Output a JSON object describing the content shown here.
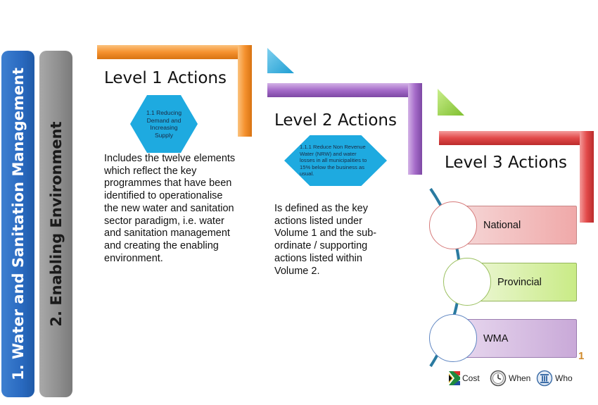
{
  "sidebar": {
    "bar1_label": "1. Water and Sanitation Management",
    "bar2_label": "2. Enabling Environment"
  },
  "level1": {
    "title": "Level 1 Actions",
    "hex_text": "1.1 Reducing Demand and Increasing Supply",
    "description": "Includes the twelve elements which reflect the key programmes that have been identified to operationalise the new water and sanitation sector paradigm, i.e. water and sanitation management and creating the enabling environment.",
    "color": "#f5922f"
  },
  "level2": {
    "title": "Level 2 Actions",
    "hex_text": "1.1.1 Reduce Non Revenue Water (NRW) and water losses in all municipalities to 15% below the business as usual.",
    "description": "Is defined as the key actions listed under Volume 1 and the sub-ordinate / supporting actions listed within Volume 2.",
    "color": "#9b5fc0"
  },
  "level3": {
    "title": "Level 3 Actions",
    "items": [
      {
        "label": "National",
        "color": "#f0a9a9"
      },
      {
        "label": "Provincial",
        "color": "#c9eb86"
      },
      {
        "label": "WMA",
        "color": "#c9a9d8"
      }
    ],
    "color": "#e04545"
  },
  "page_number": "1",
  "legend": [
    {
      "label": "Cost",
      "icon": "south-africa-flag-icon"
    },
    {
      "label": "When",
      "icon": "clock-icon"
    },
    {
      "label": "Who",
      "icon": "pillar-icon"
    }
  ],
  "colors": {
    "bar1": "#2a6ac0",
    "bar2": "#8e8e8e",
    "hex": "#1eaae0",
    "spine": "#2a7aa0"
  }
}
